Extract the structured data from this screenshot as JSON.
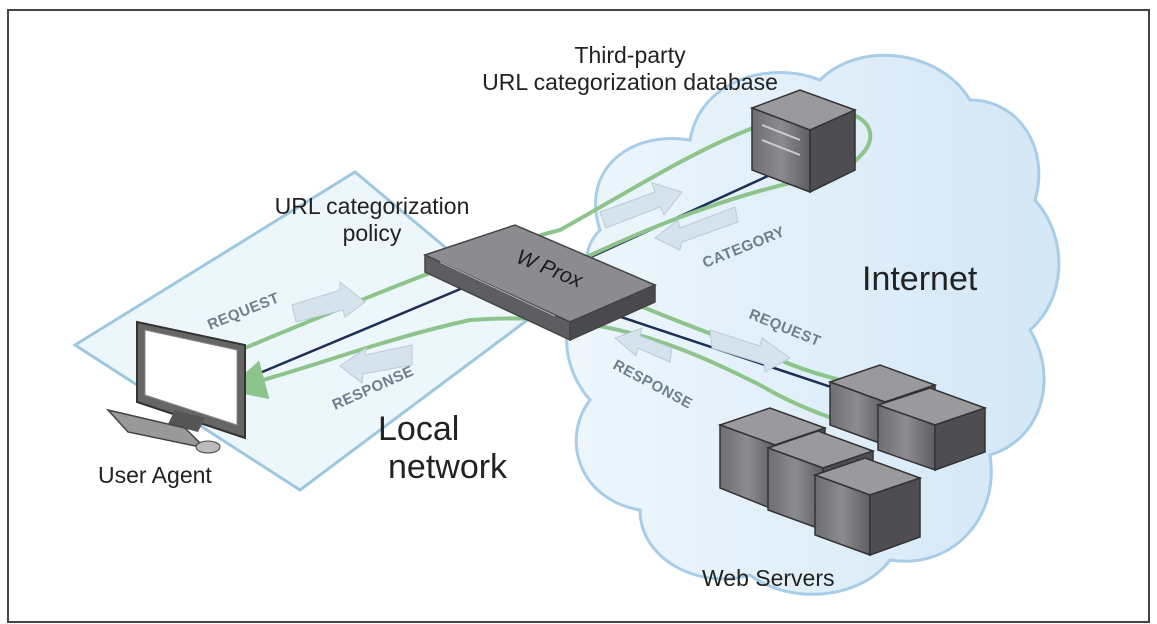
{
  "labels": {
    "database": "Third-party\nURL categorization database",
    "policy": "URL categorization\npolicy",
    "internet": "Internet",
    "local_network": "Local\nnetwork",
    "user_agent": "User Agent",
    "web_servers": "Web Servers",
    "proxy": "W Prox"
  },
  "flows": {
    "request_left": "REQUEST",
    "response_left": "RESPONSE",
    "category": "CATEGORY",
    "request_right": "REQUEST",
    "response_right": "RESPONSE"
  },
  "colors": {
    "cloud_fill": "#dfeef9",
    "cloud_stroke": "#a8cde8",
    "plane_fill": "#eaf4fa",
    "plane_stroke": "#9ec8e0",
    "green_path": "#8cc48c",
    "dark_line": "#1e2f57",
    "arrow_fill": "#d6e2ec"
  }
}
